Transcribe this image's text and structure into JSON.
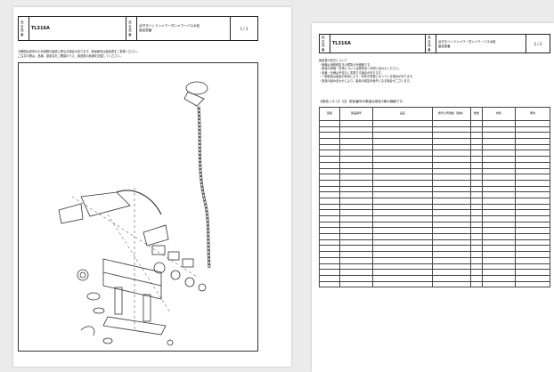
{
  "left_page": {
    "header": {
      "code": "TL316A",
      "label_top": "品名",
      "label_bottom": "品番",
      "product_name": "台付きハンドシャワー式シャワーバス水栓",
      "model_label": "製品型番",
      "model_value": "",
      "page": "1 / 2"
    },
    "notes": [
      "分解図は参考のため実際の製品と異なる場合があります。部品番号は部品表をご参照ください。",
      "ご注文の際は、品番、部品名をご確認のうえ、部品表の品番を記載してください。"
    ]
  },
  "right_page": {
    "header": {
      "code": "TL316A",
      "label_top": "品名",
      "label_bottom": "品番",
      "product_name": "台付きハンドシャワー式シャワーバス水栓",
      "model_label": "製品型番",
      "model_value": "",
      "page": "2 / 2"
    },
    "notes": [
      "部品表の見方について",
      "・価格は消費税抜きの標準小売価格です。",
      "・部品の単価・在庫については販売店へお問い合わせください。",
      "・品番・仕様は予告なく変更する場合があります。",
      "・一部部品は製品の改良により、形状が変更になっている場合があります。",
      "・部品の組み合わせにより、製品の保証対象外となる場合がございます。"
    ],
    "subtitle": "【部品リスト】（注）部品番号の数量は部品1個の価格です。",
    "columns": [
      "図番",
      "部品番号",
      "品名",
      "希望小売価格（税抜）",
      "数量",
      "材料",
      "備考"
    ]
  }
}
